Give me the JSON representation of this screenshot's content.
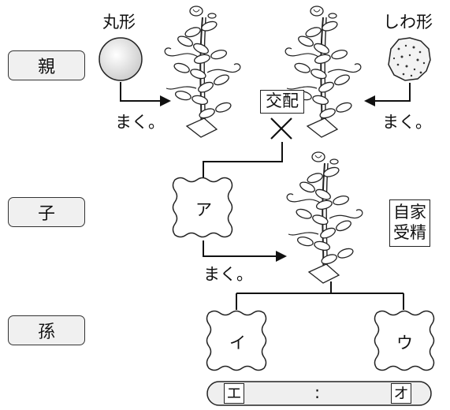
{
  "generations": {
    "parent": "親",
    "child": "子",
    "grandchild": "孫"
  },
  "seeds": {
    "round": "丸形",
    "wrinkled": "しわ形",
    "a": "ア",
    "i": "イ",
    "u": "ウ"
  },
  "labels": {
    "sow_left": "まく。",
    "sow_right": "まく。",
    "sow_child": "まく。",
    "cross": "交配",
    "self_line1": "自家",
    "self_line2": "受精"
  },
  "ratio": {
    "e": "エ",
    "colon": ":",
    "o": "オ"
  }
}
